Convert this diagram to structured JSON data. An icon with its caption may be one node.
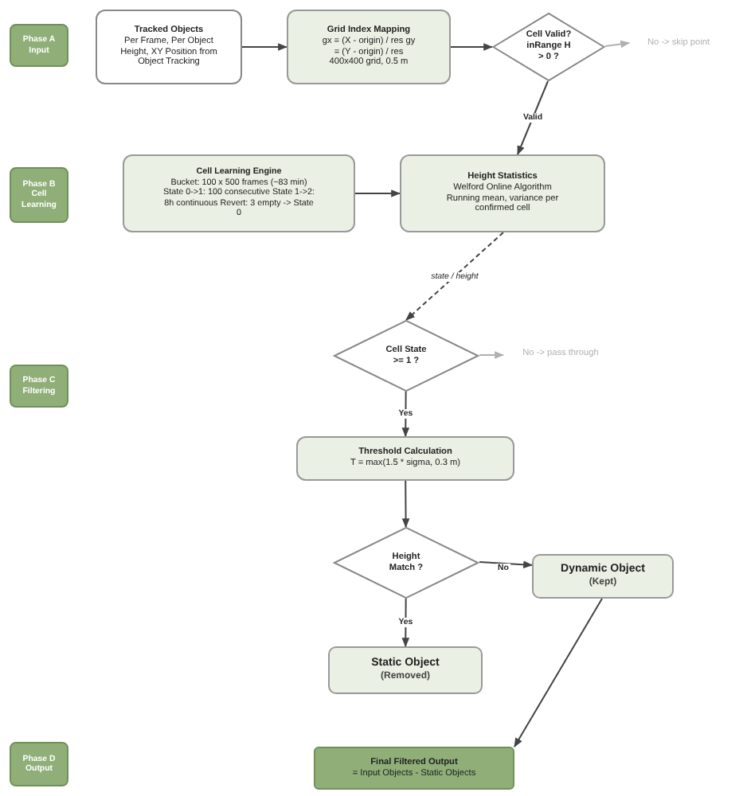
{
  "diagram": {
    "nodes": [
      {
        "text": [
          "Phase A Input"
        ]
      },
      {
        "text": [
          "Tracked Objects",
          "Per Frame, Per Object Height, XY Position from Object Tracking"
        ]
      },
      {
        "text": [
          "Grid Index Mapping",
          "gx = (X - origin) / res gy = (Y - origin) / res 400x400 grid, 0.5 m"
        ]
      },
      {
        "text": [
          "Cell Valid? inRange H > 0 ?"
        ]
      },
      {
        "text": [
          "No -> skip point"
        ]
      },
      {
        "text": [
          "Phase B Cell Learning"
        ]
      },
      {
        "text": [
          "Cell Learning Engine",
          "Bucket: 100 x 500 frames (~83 min) State 0->1: 100 consecutive State 1->2: 8h continuous Revert: 3 empty -> State 0"
        ]
      },
      {
        "text": [
          "Height Statistics",
          "Welford Online Algorithm Running mean, variance per confirmed cell"
        ]
      },
      {
        "text": [
          "Phase C Filtering"
        ]
      },
      {
        "text": [
          "Cell State >= 1 ?"
        ]
      },
      {
        "text": [
          "No -> pass through"
        ]
      },
      {
        "text": [
          "Threshold Calculation",
          "T = max(1.5 * sigma, 0.3 m)"
        ]
      },
      {
        "text": [
          "Height Match ?"
        ]
      },
      {
        "text": [
          "Dynamic Object",
          "(Kept)"
        ]
      },
      {
        "text": [
          "Static Object",
          "(Removed)"
        ]
      },
      {
        "text": [
          "Phase D Output"
        ]
      },
      {
        "text": [
          "Final Filtered Output",
          "= Input Objects - Static Objects"
        ]
      }
    ],
    "edges": [
      {
        "from": 1,
        "to": 2,
        "arrow": "to"
      },
      {
        "from": 2,
        "to": 3,
        "arrow": "to"
      },
      {
        "from": 3,
        "to": 4,
        "arrow": "to",
        "color": "#b0b0b0"
      },
      {
        "from": 3,
        "to": 7,
        "arrow": "to",
        "label": "Valid"
      },
      {
        "from": 6,
        "to": 7,
        "arrow": "to"
      },
      {
        "from": 7,
        "to": 9,
        "arrow": "to",
        "label": "state / height",
        "style": "dashed"
      },
      {
        "from": 9,
        "to": 10,
        "arrow": "to",
        "color": "#b0b0b0"
      },
      {
        "from": 9,
        "to": 11,
        "arrow": "to",
        "label": "Yes"
      },
      {
        "from": 11,
        "to": 12,
        "arrow": "to"
      },
      {
        "from": 12,
        "to": 13,
        "arrow": "to",
        "label": "No"
      },
      {
        "from": 12,
        "to": 14,
        "arrow": "to",
        "label": "Yes"
      },
      {
        "from": 13,
        "to": 16,
        "arrow": "to"
      }
    ]
  }
}
